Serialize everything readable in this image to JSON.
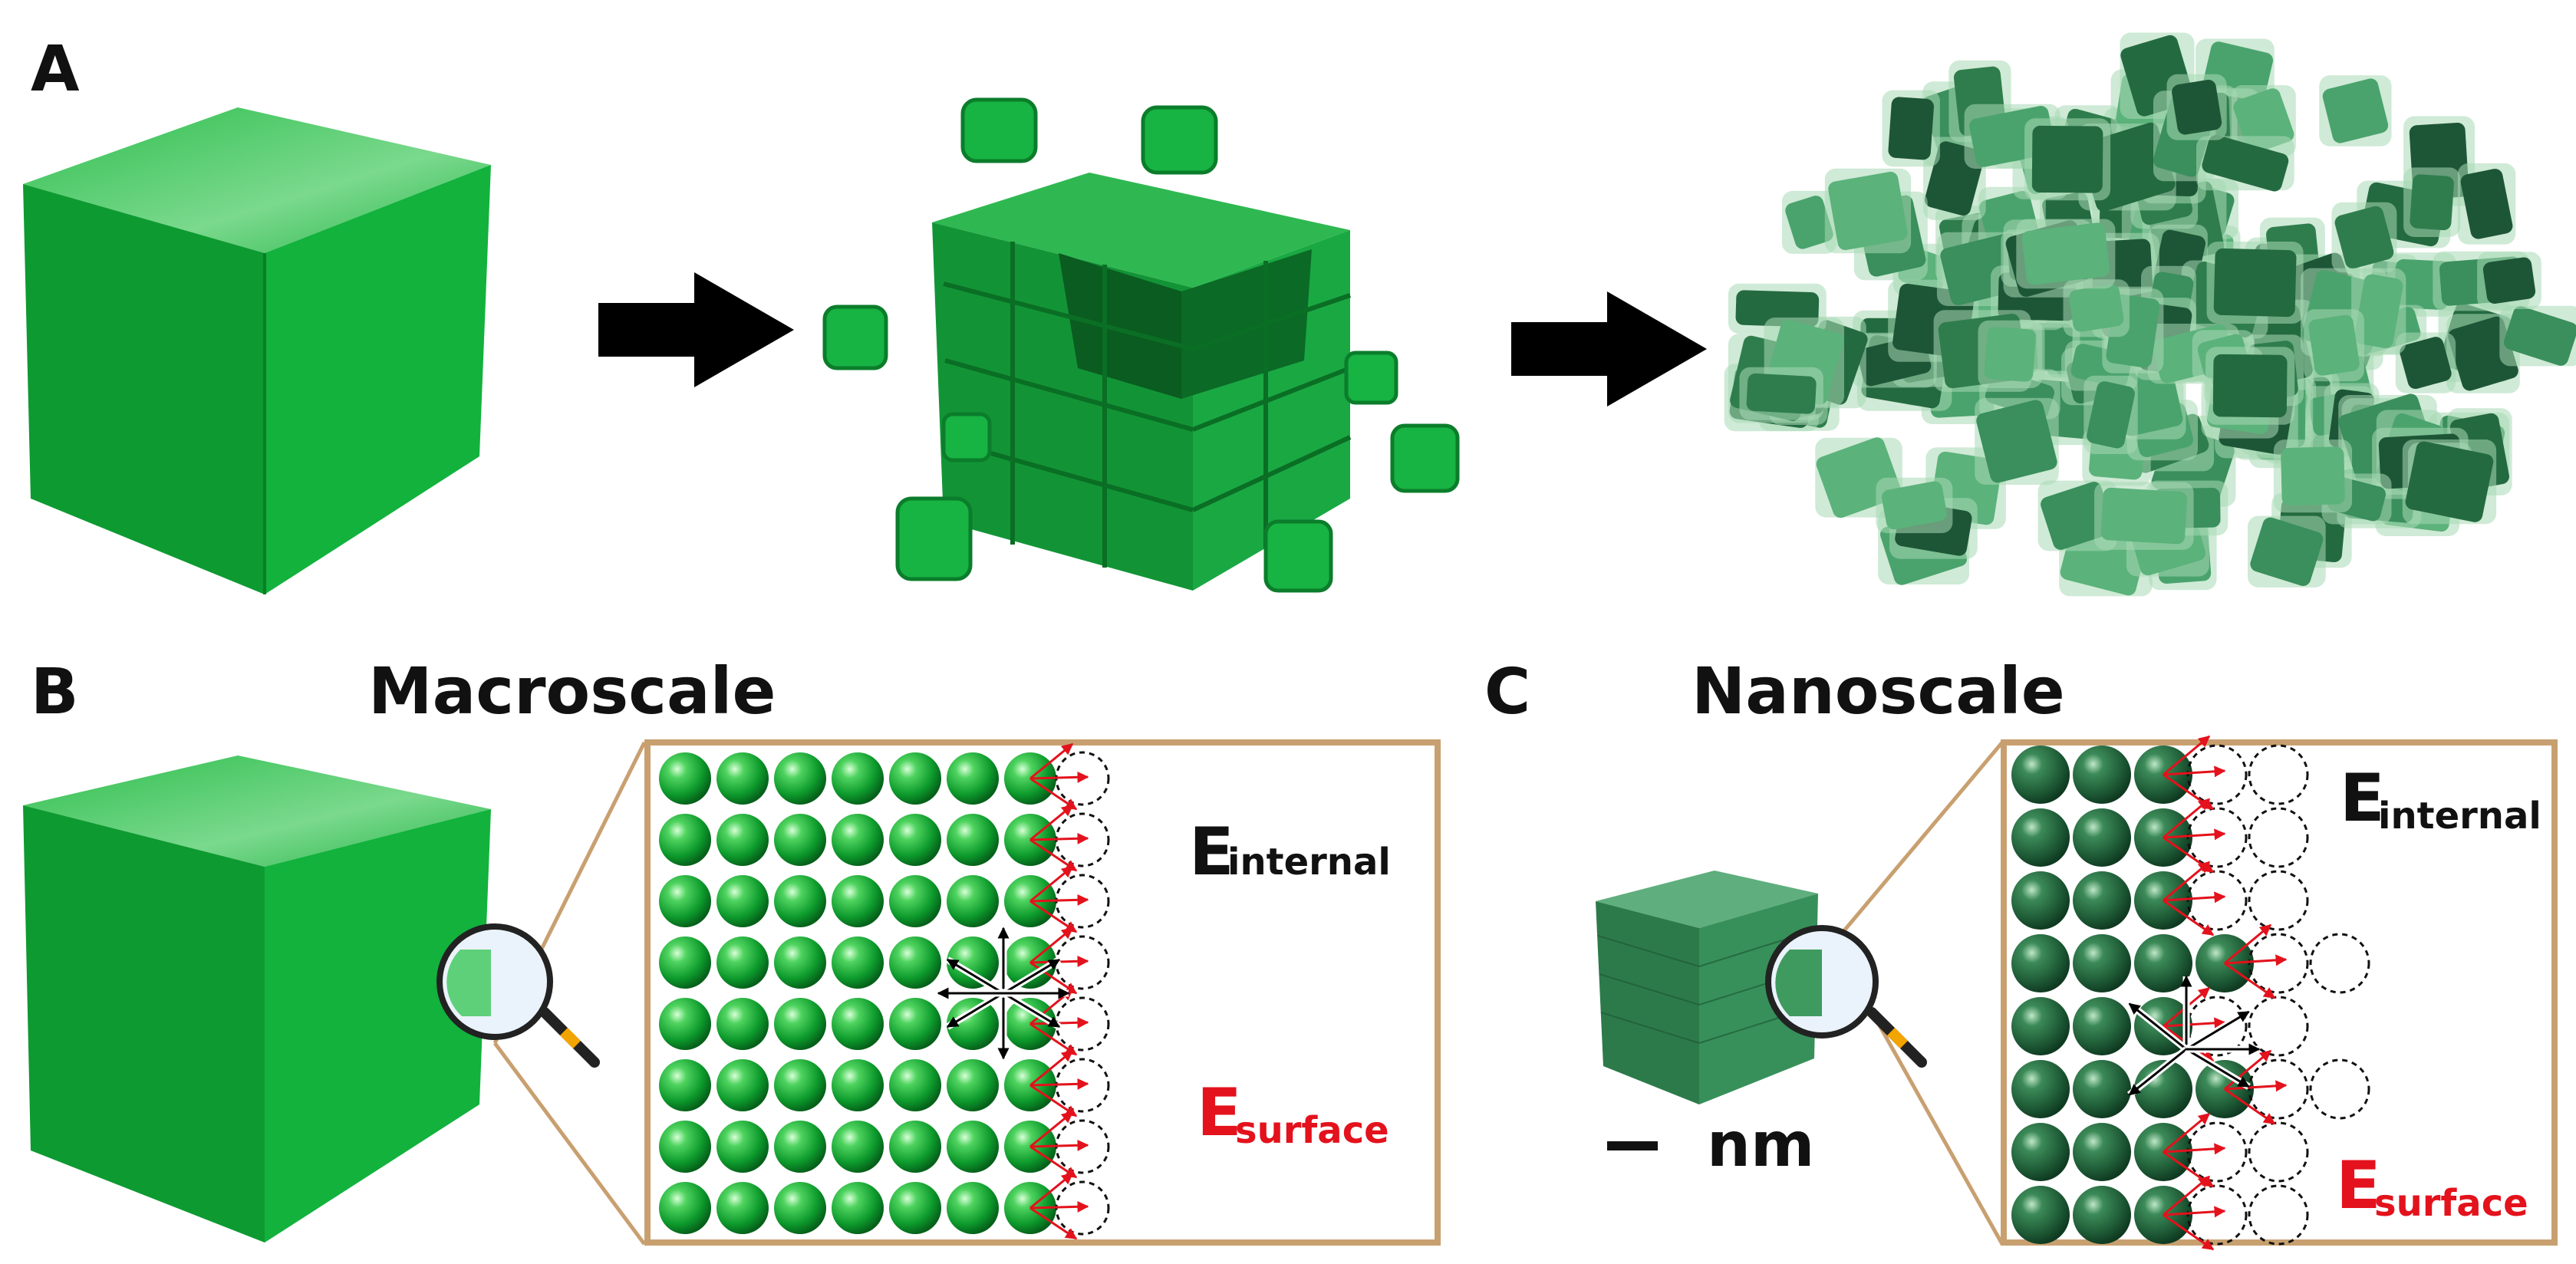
{
  "panels": {
    "a": {
      "letter": "A"
    },
    "b": {
      "letter": "B",
      "title": "Macroscale"
    },
    "c": {
      "letter": "C",
      "title": "Nanoscale",
      "scale_unit": "nm"
    }
  },
  "energy_labels": {
    "internal": {
      "symbol": "E",
      "subscript": "internal",
      "color": "#111111"
    },
    "surface": {
      "symbol": "E",
      "subscript": "surface",
      "color": "#e3121c"
    }
  },
  "colors": {
    "bulk_green": "#0fb33c",
    "bulk_green_dark": "#0c8f30",
    "nano_green": "#2e7d4c",
    "nano_green_dark": "#1f5c37",
    "inset_border": "#c8a070",
    "arrow_black": "#000000",
    "surface_red": "#e3121c"
  },
  "icons": [
    "right-arrow-icon",
    "magnifier-icon"
  ]
}
